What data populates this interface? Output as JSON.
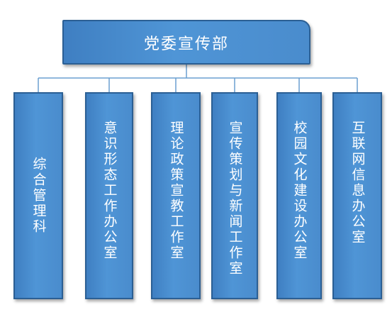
{
  "root": {
    "title": "党委宣传部"
  },
  "departments": [
    {
      "label": "综合管理科"
    },
    {
      "label": "意识形态工作办公室"
    },
    {
      "label": "理论政策宣教工作室"
    },
    {
      "label": "宣传策划与新闻工作室"
    },
    {
      "label": "校园文化建设办公室"
    },
    {
      "label": "互联网信息办公室"
    }
  ],
  "colors": {
    "box_fill": "#4a8ccd",
    "box_border": "#2b5f94",
    "connector": "#6a9fd0",
    "text": "#ffffff"
  }
}
